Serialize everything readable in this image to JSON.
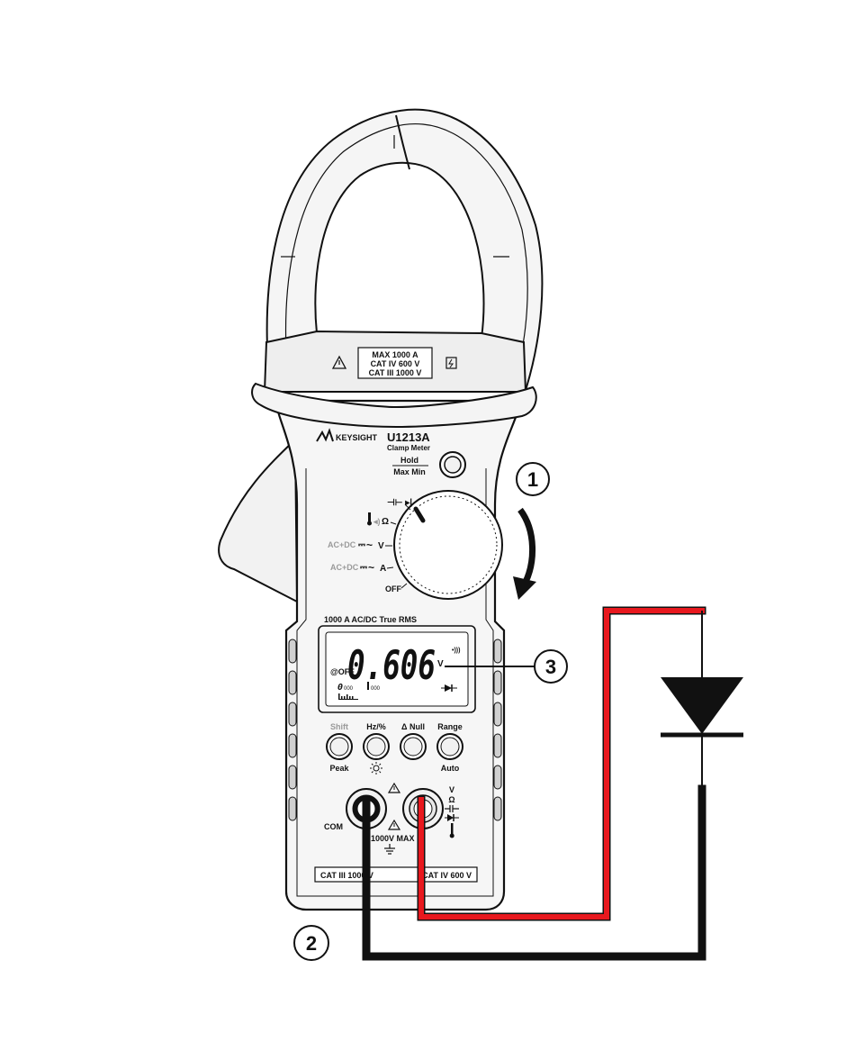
{
  "callouts": [
    "1",
    "2",
    "3"
  ],
  "jaw_label": {
    "max_current": "MAX 1000 A",
    "cat_iv": "CAT IV 600 V",
    "cat_iii": "CAT III 1000 V"
  },
  "brand": "KEYSIGHT",
  "model": "U1213A",
  "model_sub": "Clamp Meter",
  "hold_button": {
    "top": "Hold",
    "bottom": "Max Min"
  },
  "dial": {
    "pos_cap_diode": "⊣⊢ ▸|",
    "pos_temp_ohm": "Ω",
    "pos_voltage_prefix": "AC+DC",
    "pos_voltage": "V",
    "pos_current_prefix": "AC+DC",
    "pos_current": "A",
    "pos_off": "OFF"
  },
  "range_label": "1000 A AC/DC True RMS",
  "display": {
    "reading": "0.606",
    "unit": "V",
    "apo": "@OFF",
    "sub_a": "000",
    "sub_b": "000"
  },
  "buttons": {
    "shift": "Shift",
    "hz": "Hz/%",
    "null": "Δ Null",
    "range": "Range",
    "peak": "Peak",
    "auto": "Auto"
  },
  "terminals": {
    "com": "COM",
    "max": "1000V MAX",
    "input_symbols": [
      "V",
      "Ω"
    ]
  },
  "bottom_labels": {
    "left": "CAT III 1000 V",
    "right": "CAT IV 600 V"
  },
  "colors": {
    "red_lead": "#e8181e",
    "black_lead": "#111111"
  }
}
